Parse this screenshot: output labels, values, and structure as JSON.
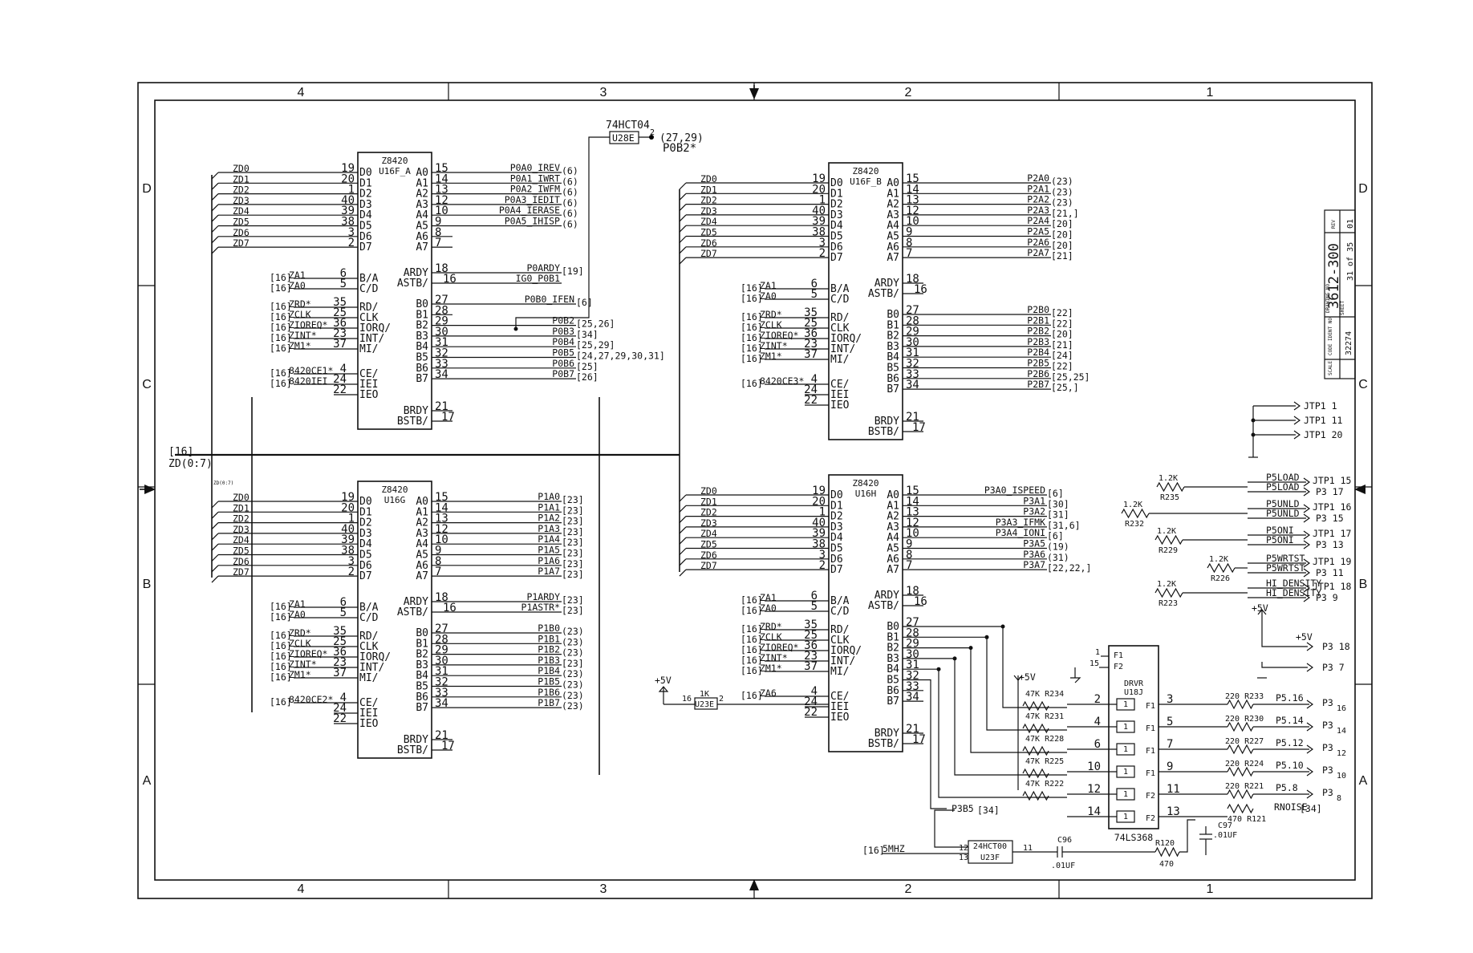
{
  "zones": {
    "top": [
      "4",
      "3",
      "2",
      "1"
    ],
    "bottom": [
      "4",
      "3",
      "2",
      "1"
    ],
    "left": [
      "D",
      "C",
      "B",
      "A"
    ],
    "right": [
      "D",
      "C",
      "B",
      "A"
    ]
  },
  "title_block": {
    "drawing_no": "3612-300",
    "rev": "01",
    "sheet": "31 of 35",
    "code_ident": "32274",
    "drawing_no_label": "DRAWING NO",
    "code_label": "CODE IDENT NO",
    "rev_label": "REV",
    "sheet_label": "SHEET",
    "scale_label": "SCALE"
  },
  "bus": {
    "ref": "[16]",
    "name": "ZD(0:7)",
    "tap_label": "ZD(0:7)"
  },
  "data_pins": {
    "labels": [
      "ZD0",
      "ZD1",
      "ZD2",
      "ZD3",
      "ZD4",
      "ZD5",
      "ZD6",
      "ZD7"
    ],
    "nums": [
      "19",
      "20",
      "1",
      "40",
      "39",
      "38",
      "3",
      "2"
    ],
    "names": [
      "D0",
      "D1",
      "D2",
      "D3",
      "D4",
      "D5",
      "D6",
      "D7"
    ]
  },
  "port_pins": {
    "a_names": [
      "A0",
      "A1",
      "A2",
      "A3",
      "A4",
      "A5",
      "A6",
      "A7"
    ],
    "a_nums": [
      "15",
      "14",
      "13",
      "12",
      "10",
      "9",
      "8",
      "7"
    ],
    "b_names": [
      "B0",
      "B1",
      "B2",
      "B3",
      "B4",
      "B5",
      "B6",
      "B7"
    ],
    "b_nums": [
      "27",
      "28",
      "29",
      "30",
      "31",
      "32",
      "33",
      "34"
    ]
  },
  "ctrl_pins": {
    "ba": {
      "name": "B/A",
      "num": "6",
      "sig": "ZA1"
    },
    "cd": {
      "name": "C/D",
      "num": "5",
      "sig": "ZA0"
    },
    "rd": {
      "name": "RD/",
      "num": "35",
      "sig": "ZRD*"
    },
    "clk": {
      "name": "CLK",
      "num": "25",
      "sig": "ZCLK"
    },
    "iorq": {
      "name": "IORQ/",
      "num": "36",
      "sig": "ZIOREQ*"
    },
    "int": {
      "name": "INT/",
      "num": "23",
      "sig": "ZINT*"
    },
    "mi": {
      "name": "MI/",
      "num": "37",
      "sig": "ZM1*"
    },
    "ce": {
      "name": "CE/",
      "num": "4"
    },
    "iei": {
      "name": "IEI",
      "num": "24"
    },
    "ieo": {
      "name": "IEO",
      "num": "22"
    },
    "ardy": {
      "name": "ARDY",
      "num": "18"
    },
    "astb": {
      "name": "ASTB/",
      "num": "16"
    },
    "brdy": {
      "name": "BRDY",
      "num": "21"
    },
    "bstb": {
      "name": "BSTB/",
      "num": "17"
    },
    "ref": "[16]"
  },
  "chips": {
    "u16f_a": {
      "part": "Z8420",
      "ref": "U16F_A",
      "ce_sig": "8420CE1*",
      "iei_sig": "8420IEI",
      "a_out": [
        "P0A0_IREV",
        "P0A1_IWRT",
        "P0A2_IWFM",
        "P0A3_IEDIT",
        "P0A4_IERASE",
        "P0A5_IHISP",
        "",
        ""
      ],
      "a_ref": [
        "(6)",
        "(6)",
        "(6)",
        "(6)",
        "(6)",
        "(6)",
        "",
        ""
      ],
      "ardy_out": "P0ARDY",
      "ardy_ref": "[19]",
      "astb_out": "IG0_P0B1",
      "b_out": [
        "P0B0_IFEN",
        "",
        "P0B2",
        "P0B3",
        "P0B4",
        "P0B5",
        "P0B6",
        "P0B7"
      ],
      "b_ref": [
        "[6]",
        "",
        "[25,26]",
        "[34]",
        "[25,29]",
        "[24,27,29,30,31]",
        "[25]",
        "[26]"
      ]
    },
    "u16f_b": {
      "part": "Z8420",
      "ref": "U16F_B",
      "ce_sig": "8420CE3*",
      "a_out": [
        "P2A0",
        "P2A1",
        "P2A2",
        "P2A3",
        "P2A4",
        "P2A5",
        "P2A6",
        "P2A7"
      ],
      "a_ref": [
        "(23)",
        "(23)",
        "(23)",
        "[21,]",
        "[20]",
        "[20]",
        "[20]",
        "[21]"
      ],
      "b_out": [
        "P2B0",
        "P2B1",
        "P2B2",
        "P2B3",
        "P2B4",
        "P2B5",
        "P2B6",
        "P2B7"
      ],
      "b_ref": [
        "[22]",
        "[22]",
        "[20]",
        "[21]",
        "[24]",
        "[22]",
        "[25,25]",
        "[25,]"
      ]
    },
    "u16g": {
      "part": "Z8420",
      "ref": "U16G",
      "ce_sig": "8420CE2*",
      "a_out": [
        "P1A0",
        "P1A1",
        "P1A2",
        "P1A3",
        "P1A4",
        "P1A5",
        "P1A6",
        "P1A7"
      ],
      "a_ref": [
        "[23]",
        "[23]",
        "[23]",
        "[23]",
        "[23]",
        "[23]",
        "[23]",
        "[23]"
      ],
      "ardy_out": "P1ARDY",
      "ardy_ref": "[23]",
      "astb_out": "P1ASTR*",
      "astb_ref": "[23]",
      "b_out": [
        "P1B0",
        "P1B1",
        "P1B2",
        "P1B3",
        "P1B4",
        "P1B5",
        "P1B6",
        "P1B7"
      ],
      "b_ref": [
        "(23)",
        "(23)",
        "(23)",
        "[23]",
        "(23)",
        "(23)",
        "(23)",
        "(23)"
      ]
    },
    "u16h": {
      "part": "Z8420",
      "ref": "U16H",
      "ce_sig": "ZA6",
      "a_out": [
        "P3A0_ISPEED",
        "P3A1",
        "P3A2",
        "P3A3_IFMK",
        "P3A4_IONI",
        "P3A5",
        "P3A6",
        "P3A7"
      ],
      "a_ref": [
        "[6]",
        "[30]",
        "[31]",
        "[31,6]",
        "[6]",
        "(19)",
        "(31)",
        "[22,22,]"
      ],
      "b5_out": "P3B5",
      "b5_ref": "[34]"
    }
  },
  "gates": {
    "u28e": {
      "part": "74HCT04",
      "ref": "U28E",
      "out_pin": "2",
      "sig": "P0B2*",
      "ref_list": "(27,29)"
    },
    "u23e": {
      "ref": "U23E",
      "in_pin": "16",
      "out_pin": "2",
      "res": "1K",
      "supply": "+5V"
    },
    "u23f": {
      "part": "24HCT00",
      "ref": "U23F",
      "in1": "12",
      "in2": "13",
      "out": "11",
      "clk_sig": "5MHZ",
      "clk_ref": "[16]"
    },
    "u18j": {
      "part": "DRVR",
      "ref": "U18J",
      "type": "74LS368",
      "in_nums": [
        "2",
        "4",
        "6",
        "10",
        "12",
        "14"
      ],
      "out_nums": [
        "3",
        "5",
        "7",
        "9",
        "11",
        "13"
      ],
      "gate_labels": [
        "F1",
        "F1",
        "F1",
        "F1",
        "F2",
        "F2"
      ],
      "en_labels": [
        "F1",
        "F2"
      ],
      "en_nums": [
        "1",
        "15"
      ]
    }
  },
  "resistors": {
    "pullups": [
      "47K R234",
      "47K R231",
      "47K R228",
      "47K R225",
      "47K R222"
    ],
    "series": [
      {
        "val": "220",
        "ref": "R233",
        "net": "P5.16",
        "conn": "P3",
        "pin": "16"
      },
      {
        "val": "220",
        "ref": "R230",
        "net": "P5.14",
        "conn": "P3",
        "pin": "14"
      },
      {
        "val": "220",
        "ref": "R227",
        "net": "P5.12",
        "conn": "P3",
        "pin": "12"
      },
      {
        "val": "220",
        "ref": "R224",
        "net": "P5.10",
        "conn": "P3",
        "pin": "10"
      },
      {
        "val": "220",
        "ref": "R221",
        "net": "P5.8",
        "conn": "P3",
        "pin": "8"
      }
    ],
    "rnoise": {
      "sig": "RNOISE",
      "ref": "[34]",
      "res": "470 R121",
      "cap": "C97",
      "cap_val": ".01UF"
    },
    "c96": {
      "ref": "C96",
      "val": ".01UF"
    },
    "r120": {
      "ref": "R120",
      "val": "470"
    }
  },
  "right_connectors": {
    "jtp_top": [
      {
        "label": "JTP1",
        "pin": "1"
      },
      {
        "label": "JTP1",
        "pin": "11"
      },
      {
        "label": "JTP1",
        "pin": "20"
      }
    ],
    "rows": [
      {
        "sig1": "P5LOAD",
        "sig2": "P5LOAD",
        "jtp": "JTP1 15",
        "p3": "P3 17",
        "res": "1.2K",
        "rref": "R235"
      },
      {
        "sig1": "P5UNLD",
        "sig2": "P5UNLD",
        "jtp": "JTP1 16",
        "p3": "P3 15",
        "res": "1.2K",
        "rref": "R232"
      },
      {
        "sig1": "P5ONI",
        "sig2": "P5ONI",
        "jtp": "JTP1 17",
        "p3": "P3 13",
        "res": "1.2K",
        "rref": "R229"
      },
      {
        "sig1": "P5WRTST",
        "sig2": "P5WRTST",
        "jtp": "JTP1 19",
        "p3": "P3 11",
        "res": "1.2K",
        "rref": "R226"
      },
      {
        "sig1": "HI_DENSITY",
        "sig2": "HI_DENSITY",
        "jtp": "JTP1 18",
        "p3": "P3 9",
        "res": "1.2K",
        "rref": "R223"
      }
    ],
    "plus5": {
      "sup": "+5V",
      "p3": "P3 18"
    },
    "p3_7": "P3 7",
    "supply": "+5V"
  }
}
